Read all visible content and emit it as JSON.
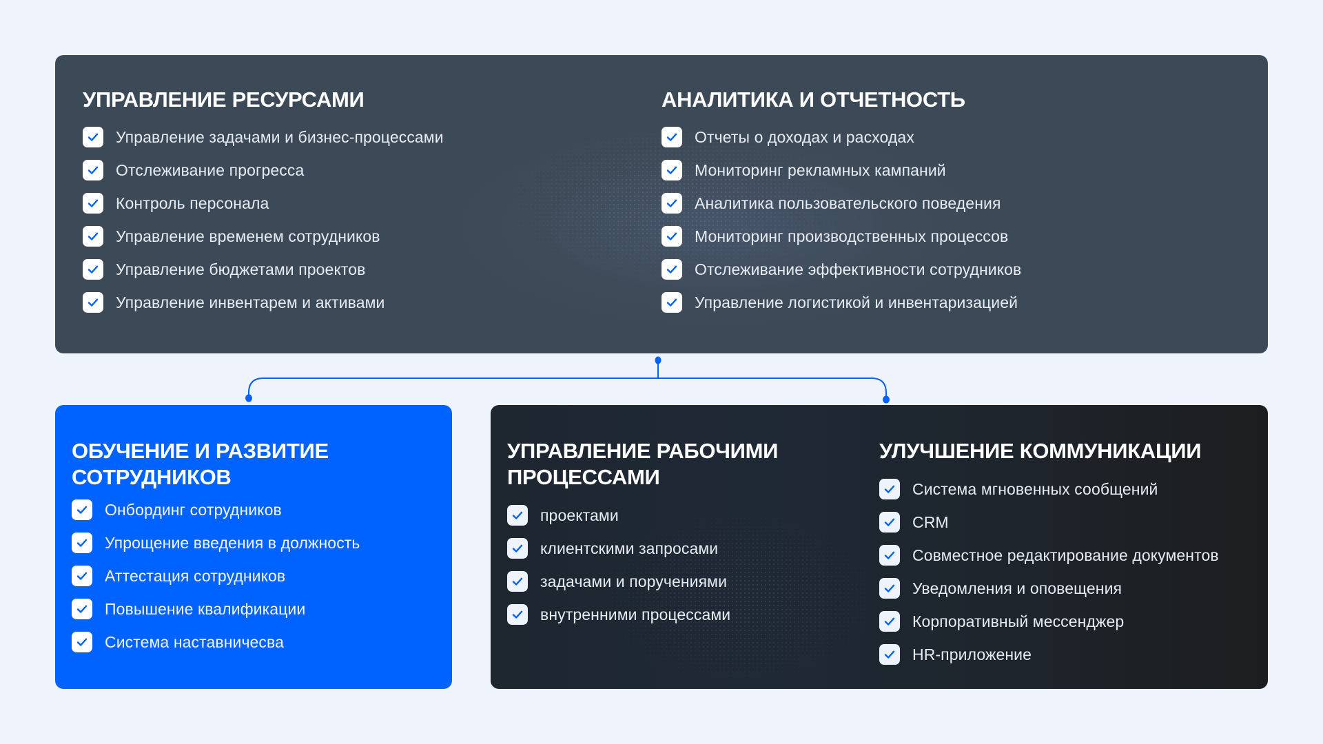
{
  "colors": {
    "background": "#eef3fc",
    "top_card": "#3c4a58",
    "accent_blue": "#0062ff",
    "dark_card": "#1e242b",
    "check_mark": "#0062ff"
  },
  "top_card": {
    "left": {
      "title": "УПРАВЛЕНИЕ РЕСУРСАМИ",
      "items": [
        "Управление задачами и бизнес-процессами",
        "Отслеживание прогресса",
        "Контроль персонала",
        "Управление временем сотрудников",
        "Управление бюджетами проектов",
        "Управление инвентарем и активами"
      ]
    },
    "right": {
      "title": "АНАЛИТИКА И ОТЧЕТНОСТЬ",
      "items": [
        "Отчеты о доходах и расходах",
        "Мониторинг рекламных кампаний",
        "Аналитика пользовательского поведения",
        "Мониторинг производственных процессов",
        "Отслеживание эффективности сотрудников",
        "Управление логистикой и инвентаризацией"
      ]
    }
  },
  "blue_card": {
    "title_line1": "ОБУЧЕНИЕ И РАЗВИТИЕ",
    "title_line2": "СОТРУДНИКОВ",
    "items": [
      "Онбординг сотрудников",
      "Упрощение введения в должность",
      "Аттестация сотрудников",
      "Повышение квалификации",
      "Система наставничесва"
    ]
  },
  "dark_card": {
    "left": {
      "title_line1": "УПРАВЛЕНИЕ РАБОЧИМИ",
      "title_line2": "ПРОЦЕССАМИ",
      "items": [
        "проектами",
        "клиентскими запросами",
        "задачами и поручениями",
        "внутренними процессами"
      ]
    },
    "right": {
      "title": "УЛУЧШЕНИЕ КОММУНИКАЦИИ",
      "items": [
        "Система мгновенных сообщений",
        "CRM",
        "Совместное редактирование документов",
        "Уведомления и оповещения",
        "Корпоративный мессенджер",
        "HR-приложение"
      ]
    }
  },
  "icons": {
    "check": "checkbox-checked-icon"
  }
}
